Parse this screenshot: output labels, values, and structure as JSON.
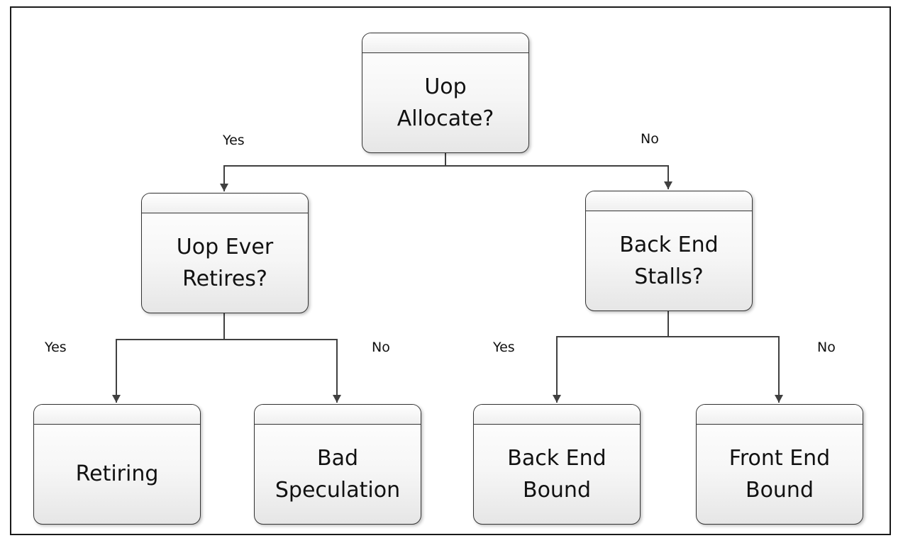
{
  "nodes": {
    "uop_allocate": "Uop\nAllocate?",
    "uop_ever_retires": "Uop Ever\nRetires?",
    "back_end_stalls": "Back End\nStalls?",
    "retiring": "Retiring",
    "bad_speculation": "Bad\nSpeculation",
    "back_end_bound": "Back End\nBound",
    "front_end_bound": "Front End\nBound"
  },
  "edge_labels": {
    "allocate_yes": "Yes",
    "allocate_no": "No",
    "retires_yes": "Yes",
    "retires_no": "No",
    "stalls_yes": "Yes",
    "stalls_no": "No"
  },
  "colors": {
    "line": "#404040",
    "border": "#333333"
  }
}
